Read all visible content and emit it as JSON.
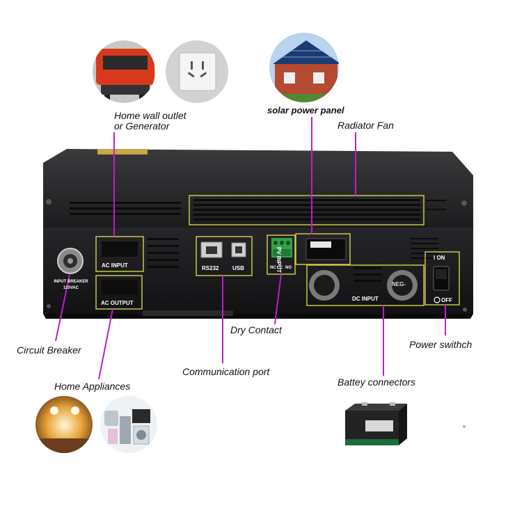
{
  "callouts": {
    "wall_outlet_line1": "Home wall outlet",
    "wall_outlet_line2": "or Generator",
    "solar_panel": "solar power panel",
    "radiator_fan": "Radiator Fan",
    "circuit_breaker": "Circuit Breaker",
    "home_appliances": "Home Appliances",
    "communication_port": "Communication port",
    "dry_contact": "Dry Contact",
    "battery_connectors": "Battey connectors",
    "power_switch": "Power swithch"
  },
  "panel_labels": {
    "input_breaker_line1": "INPUT BREAKER",
    "input_breaker_line2": "110VAC",
    "ac_input": "AC  INPUT",
    "ac_output": "AC  OUTPUT",
    "rs232": "RS232",
    "usb": "USB",
    "nc": "NC",
    "c": "C",
    "no": "NO",
    "pv_input": "PV INPUT",
    "dc_input": "DC  INPUT",
    "neg": "NEG-",
    "switch_on": "I  ON",
    "switch_off": "OFF"
  },
  "colors": {
    "leader_line": "#c21cc7",
    "highlight_box": "#d8d24a",
    "device_body": "#1c1c1e"
  }
}
